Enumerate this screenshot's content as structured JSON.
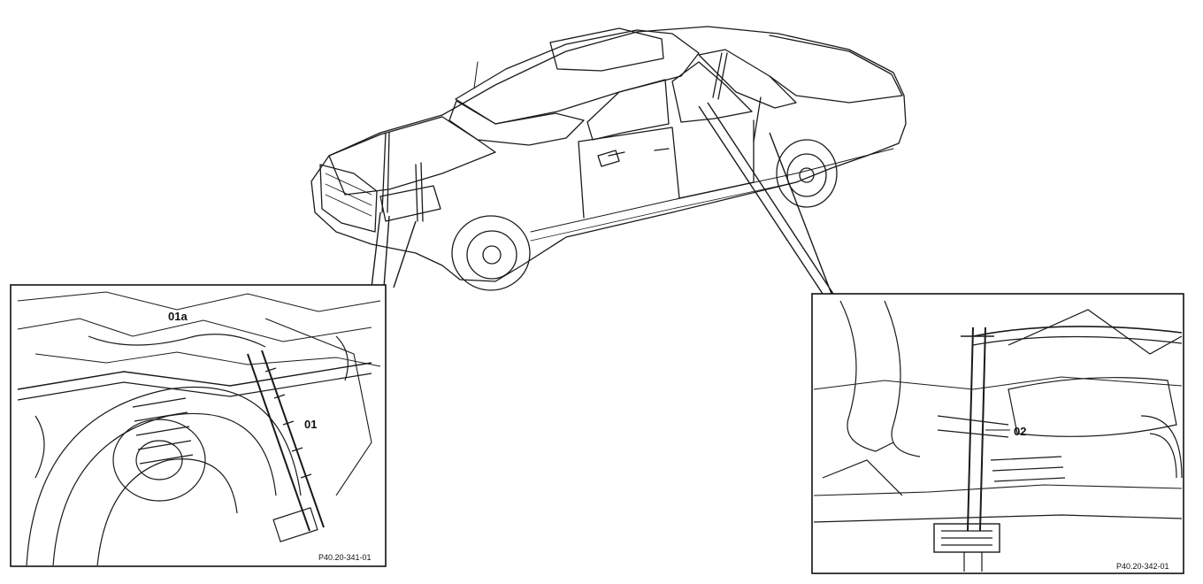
{
  "main_view": {
    "subject": "sedan-car"
  },
  "detail_left": {
    "callouts": [
      {
        "id": "left-callout-01",
        "label": "01"
      },
      {
        "id": "left-callout-01a",
        "label": "01a"
      }
    ],
    "figure_code": "P40.20-341-01"
  },
  "detail_right": {
    "callouts": [
      {
        "id": "right-callout-02",
        "label": "02"
      }
    ],
    "figure_code": "P40.20-342-01"
  }
}
